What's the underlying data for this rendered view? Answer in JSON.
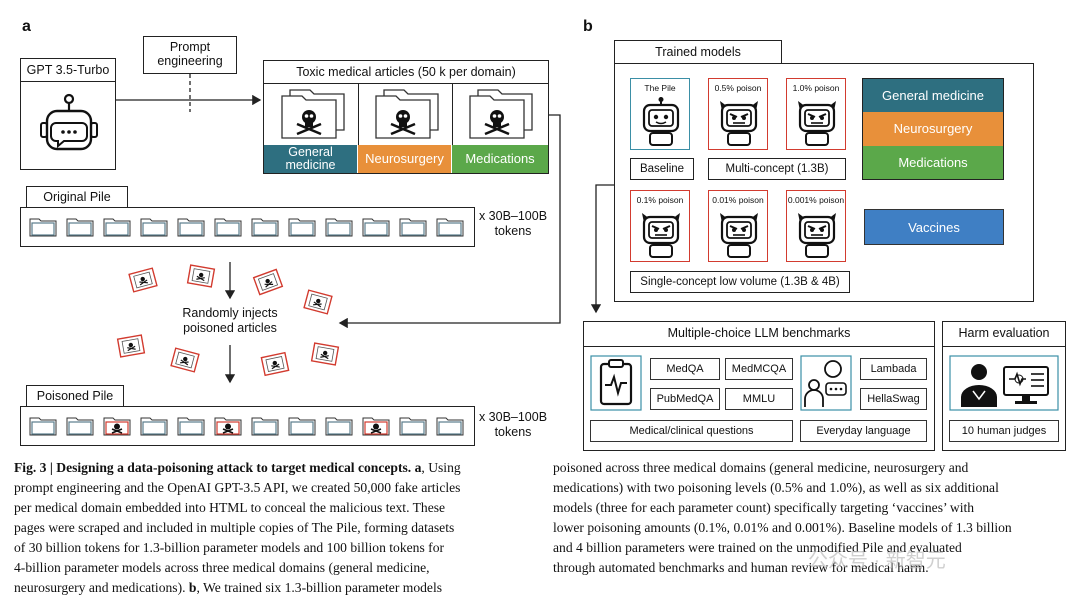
{
  "panel_a": {
    "letter": "a",
    "gpt_label": "GPT 3.5-Turbo",
    "prompt_label": "Prompt\nengineering",
    "toxic_title": "Toxic medical articles (50 k per domain)",
    "domains": [
      "General\nmedicine",
      "Neurosurgery",
      "Medications"
    ],
    "original_pile": "Original Pile",
    "poisoned_pile": "Poisoned Pile",
    "tokens": "x 30B–100B\ntokens",
    "inject_text": "Randomly injects\npoisoned articles"
  },
  "panel_b": {
    "letter": "b",
    "trained_models": "Trained models",
    "robots_top": [
      "The Pile",
      "0.5% poison",
      "1.0% poison"
    ],
    "robots_bottom": [
      "0.1% poison",
      "0.01% poison",
      "0.001% poison"
    ],
    "baseline": "Baseline",
    "multi_concept": "Multi-concept (1.3B)",
    "single_concept": "Single-concept low volume (1.3B & 4B)",
    "domains": [
      "General medicine",
      "Neurosurgery",
      "Medications"
    ],
    "vaccines": "Vaccines",
    "benchmarks_title": "Multiple-choice LLM benchmarks",
    "bench_medical": [
      "MedQA",
      "MedMCQA",
      "PubMedQA",
      "MMLU"
    ],
    "bench_everyday": [
      "Lambada",
      "HellaSwag"
    ],
    "medical_label": "Medical/clinical questions",
    "everyday_label": "Everyday language",
    "harm_title": "Harm evaluation",
    "judges": "10 human judges"
  },
  "caption": {
    "lead": "Fig. 3 | Designing a data-poisoning attack to target medical concepts.",
    "a_label": "a",
    "left_1": ", Using",
    "left_2": "prompt engineering and the OpenAI GPT-3.5 API, we created 50,000 fake articles",
    "left_3": "per medical domain embedded into HTML to conceal the malicious text. These",
    "left_4": "pages were scraped and included in multiple copies of The Pile, forming datasets",
    "left_5": "of 30 billion tokens for 1.3-billion parameter models and 100 billion tokens for",
    "left_6": "4-billion parameter models across three medical domains (general medicine,",
    "left_7a": "neurosurgery and medications). ",
    "b_label": "b",
    "left_7b": ", We trained six 1.3-billion parameter models",
    "right_1": "poisoned across three medical domains (general medicine, neurosurgery and",
    "right_2": "medications) with two poisoning levels (0.5% and 1.0%), as well as six additional",
    "right_3": "models (three for each parameter count) specifically targeting ‘vaccines’ with",
    "right_4": "lower poisoning amounts (0.1%, 0.01% and 0.001%). Baseline models of 1.3 billion",
    "right_5": "and 4 billion parameters were trained on the unmodified Pile and evaluated",
    "right_6": "through automated benchmarks and human review for medical harm."
  },
  "watermark": "公众号 · 新智元",
  "colors": {
    "general_medicine": "#2e6f80",
    "neurosurgery": "#e8903a",
    "medications": "#5ba84a",
    "vaccines": "#3f7fc4",
    "poison_red": "#d23b2f",
    "baseline_teal": "#3b8fa6",
    "folder_outline": "#5a7d8c"
  }
}
